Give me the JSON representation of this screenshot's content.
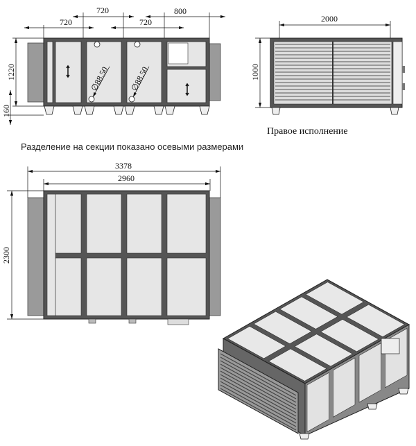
{
  "front_view": {
    "dims": {
      "section1": "720",
      "section2": "720",
      "section3": "720",
      "section4": "800",
      "height": "1220",
      "leg_height": "160"
    },
    "hole_labels": [
      "∅88.50",
      "∅88.50"
    ]
  },
  "side_view": {
    "dims": {
      "width": "2000",
      "height": "1000"
    },
    "caption": "Правое исполнение"
  },
  "note": "Разделение на секции показано осевыми размерами",
  "top_view": {
    "dims": {
      "overall_length": "3378",
      "body_length": "2960",
      "width": "2300"
    }
  }
}
